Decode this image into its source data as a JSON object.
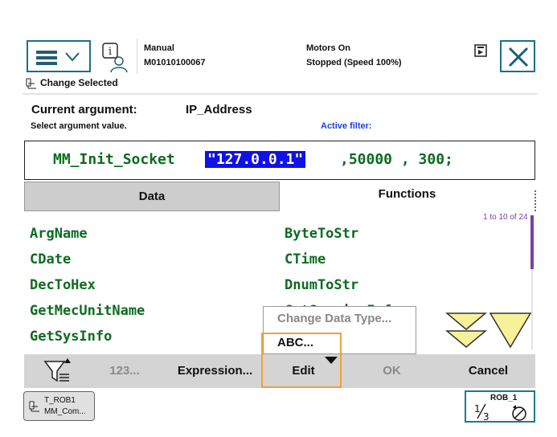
{
  "header": {
    "mode": "Manual",
    "controller_id": "M01010100067",
    "motors_status": "Motors On",
    "run_status": "Stopped (Speed 100%)",
    "change_selected": "Change Selected"
  },
  "argument": {
    "current_label": "Current argument:",
    "current_value": "IP_Address",
    "select_prompt": "Select argument value.",
    "active_filter_label": "Active filter:"
  },
  "expression": {
    "prefix": "MM_Init_Socket",
    "selected": "\"127.0.0.1\"",
    "suffix": ",50000 , 300;"
  },
  "tabs": [
    {
      "label": "Data",
      "selected": false
    },
    {
      "label": "Functions",
      "selected": true
    }
  ],
  "list": {
    "page_count": "1 to 10 of 24",
    "items": [
      "ArgName",
      "ByteToStr",
      "CDate",
      "CTime",
      "DecToHex",
      "DnumToStr",
      "GetMecUnitName",
      "GetServiceInfo",
      "GetSysInfo",
      ""
    ]
  },
  "context_menu": {
    "items": [
      "Change Data Type...",
      "ABC..."
    ]
  },
  "toolbar": {
    "num_label": "123...",
    "expression_label": "Expression...",
    "edit_label": "Edit",
    "ok_label": "OK",
    "cancel_label": "Cancel"
  },
  "taskbar": {
    "task_name": "T_ROB1",
    "task_module": "MM_Com...",
    "robot_name": "ROB_1",
    "robot_fraction": "1/3"
  },
  "colors": {
    "accent": "#1a6f8a",
    "code_green": "#0d6b1f",
    "highlight_blue": "#1010e8",
    "filter_blue": "#1b3fe0",
    "scroll_purple": "#7b3fb0",
    "edit_frame_orange": "#f0a137",
    "arrow_yellow": "#f7f29a"
  },
  "icons": [
    "menu-icon",
    "chevron-down-icon",
    "info-person-icon",
    "operator-window-icon",
    "close-icon",
    "change-selected-icon",
    "filter-icon",
    "scroll-down-icon",
    "task-icon",
    "robot-jog-icon"
  ]
}
